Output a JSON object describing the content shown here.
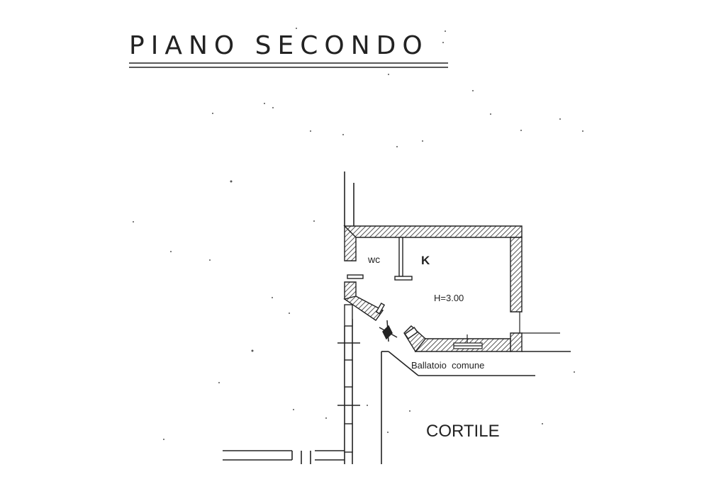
{
  "title": "PIANO SECONDO",
  "rooms": {
    "wc": "wc",
    "kitchen": "K",
    "height": "H=3.00"
  },
  "areas": {
    "gallery": "Ballatoio  comune",
    "courtyard": "CORTILE"
  },
  "colors": {
    "ink": "#222222",
    "wall_hatch": "#555555",
    "background": "#ffffff"
  }
}
